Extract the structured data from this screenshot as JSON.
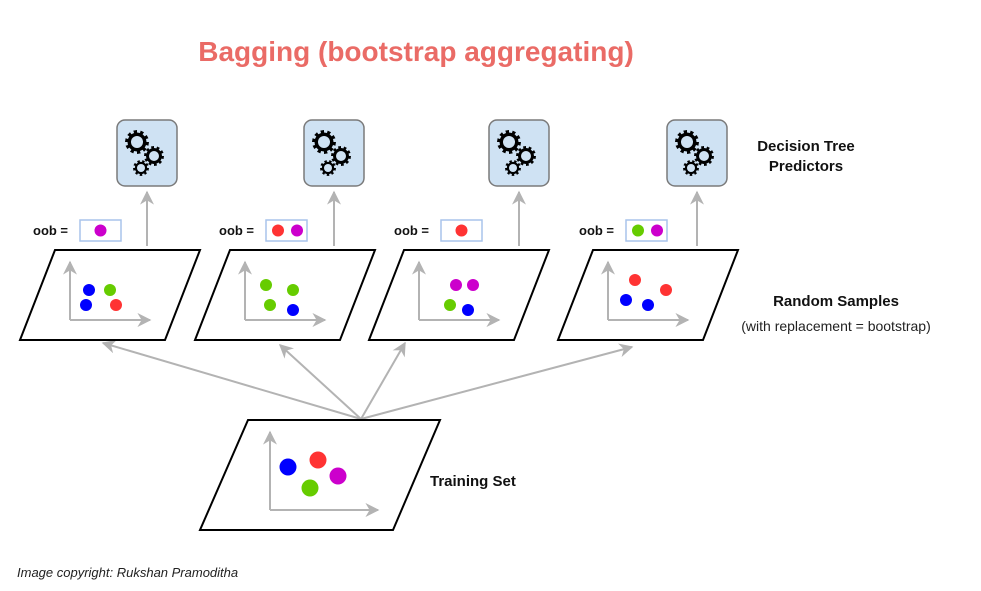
{
  "title": "Bagging (bootstrap aggregating)",
  "colors": {
    "title": "#ea6b66",
    "blue": "#0000ff",
    "green": "#66cc00",
    "red": "#ff3333",
    "purple": "#cc00cc",
    "predictor_fill": "#cfe2f3",
    "predictor_border": "#7a7a7a",
    "oob_border": "#a9c4eb",
    "arrow": "#b3b3b3"
  },
  "labels": {
    "predictors_line1": "Decision Tree",
    "predictors_line2": "Predictors",
    "samples": "Random Samples",
    "samples_sub": "(with replacement = bootstrap)",
    "training": "Training Set",
    "credit": "Image copyright: Rukshan Pramoditha"
  },
  "predictor_icon": "gears-icon",
  "oob_prefix": "oob =",
  "training_set": {
    "points": [
      "blue",
      "red",
      "purple",
      "green"
    ]
  },
  "samples": [
    {
      "name": "sample-1",
      "points": [
        "blue",
        "green",
        "blue",
        "red"
      ],
      "oob": [
        "purple"
      ]
    },
    {
      "name": "sample-2",
      "points": [
        "green",
        "green",
        "green",
        "blue"
      ],
      "oob": [
        "red",
        "purple"
      ]
    },
    {
      "name": "sample-3",
      "points": [
        "purple",
        "purple",
        "green",
        "blue"
      ],
      "oob": [
        "red"
      ]
    },
    {
      "name": "sample-4",
      "points": [
        "red",
        "red",
        "blue",
        "blue"
      ],
      "oob": [
        "green",
        "purple"
      ]
    }
  ]
}
